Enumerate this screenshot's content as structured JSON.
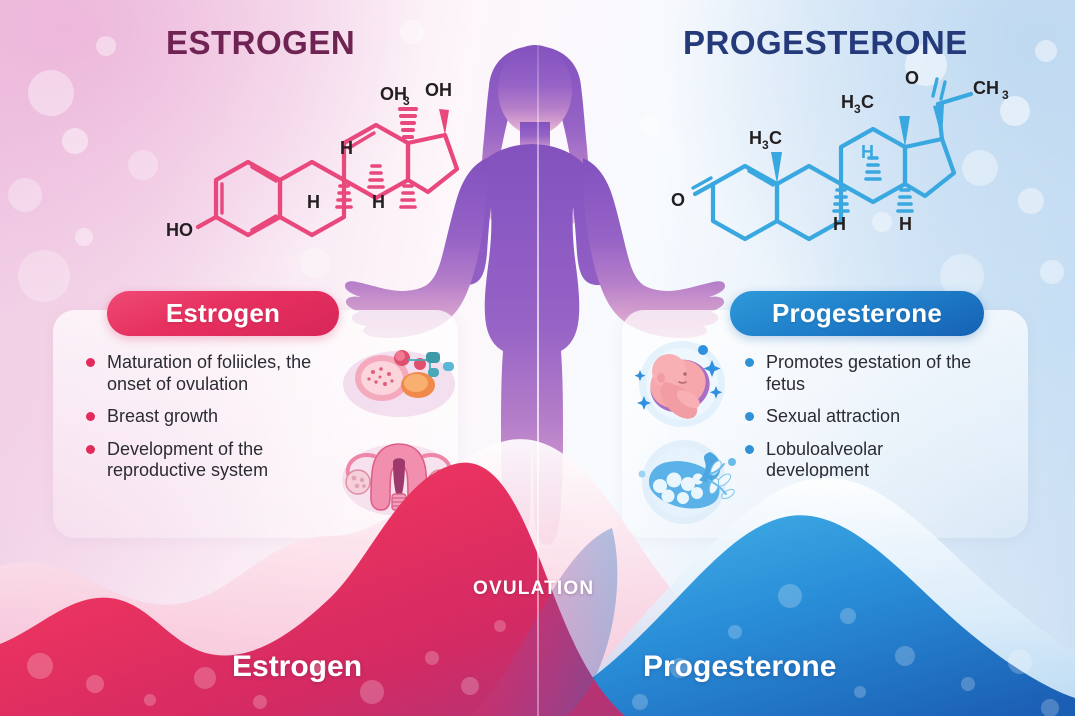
{
  "headings": {
    "left": "ESTROGEN",
    "right": "PROGESTERONE"
  },
  "molecules": {
    "estrogen": {
      "name": "estradiol-structure",
      "color": "#e84a7a",
      "labels": [
        "OH",
        "3",
        "OH",
        "H",
        "H",
        "H",
        "HO"
      ],
      "label_oh3_main": "OH",
      "label_oh3_sub": "3",
      "label_oh": "OH",
      "label_ho": "HO",
      "label_h_1": "H",
      "label_h_2": "H",
      "label_h_3": "H"
    },
    "progesterone": {
      "name": "progesterone-structure",
      "color": "#3aa8e0",
      "label_o_top": "O",
      "label_ch3_main": "CH",
      "label_ch3_sub": "3",
      "label_h3c_a_main": "H",
      "label_h3c_a_sub": "3",
      "label_h3c_a_tail": "C",
      "label_h3c_b_main": "H",
      "label_h3c_b_sub": "3",
      "label_h3c_b_tail": "C",
      "label_o_left": "O",
      "label_h_1": "H",
      "label_h_2": "H",
      "label_h_3": "H"
    }
  },
  "cards": {
    "estrogen": {
      "title": "Estrogen",
      "accent": "#e22a5b",
      "bullets": [
        "Maturation of foliicles, the onset of ovulation",
        "Breast growth",
        "Development of the reproductive system"
      ],
      "illustrations": [
        "follicle-ovary-icon",
        "uterus-icon"
      ]
    },
    "progesterone": {
      "title": "Progesterone",
      "accent": "#2f91d6",
      "bullets": [
        "Promotes gestation of the fetus",
        "Sexual attraction",
        "Lobuloalveolar development"
      ],
      "illustrations": [
        "fetus-icon",
        "mammary-gland-icon"
      ]
    }
  },
  "chart_data": {
    "type": "area",
    "title": "Estrogen and progesterone levels across the menstrual cycle",
    "xlabel": "",
    "ylabel": "",
    "annotations": [
      {
        "text": "OVULATION",
        "x": 0.5,
        "color": "#ffffff"
      }
    ],
    "legend_position": "bottom",
    "grid": false,
    "series": [
      {
        "name": "Estrogen",
        "color": "#e8345f",
        "peak_x": 0.47,
        "values": [
          0.18,
          0.3,
          0.52,
          0.44,
          0.32,
          0.4,
          0.68,
          0.95,
          1.0,
          0.72,
          0.35,
          0.12,
          0.05,
          0.02
        ]
      },
      {
        "name": "Progesterone",
        "color": "#1f7ec9",
        "peak_x": 0.73,
        "values": [
          0.02,
          0.02,
          0.03,
          0.04,
          0.05,
          0.06,
          0.08,
          0.16,
          0.38,
          0.72,
          0.96,
          1.0,
          0.82,
          0.48
        ]
      }
    ]
  },
  "waves": {
    "ovulation_label": "OVULATION",
    "left_name": "Estrogen",
    "right_name": "Progesterone"
  },
  "colors": {
    "estrogen_pink": "#e8345f",
    "progesterone_blue": "#1f7ec9",
    "estrogen_heading": "#6e2352",
    "progesterone_heading": "#253a7a",
    "silhouette_top": "#8c5fc0",
    "silhouette_bottom": "#e0a9cf"
  }
}
